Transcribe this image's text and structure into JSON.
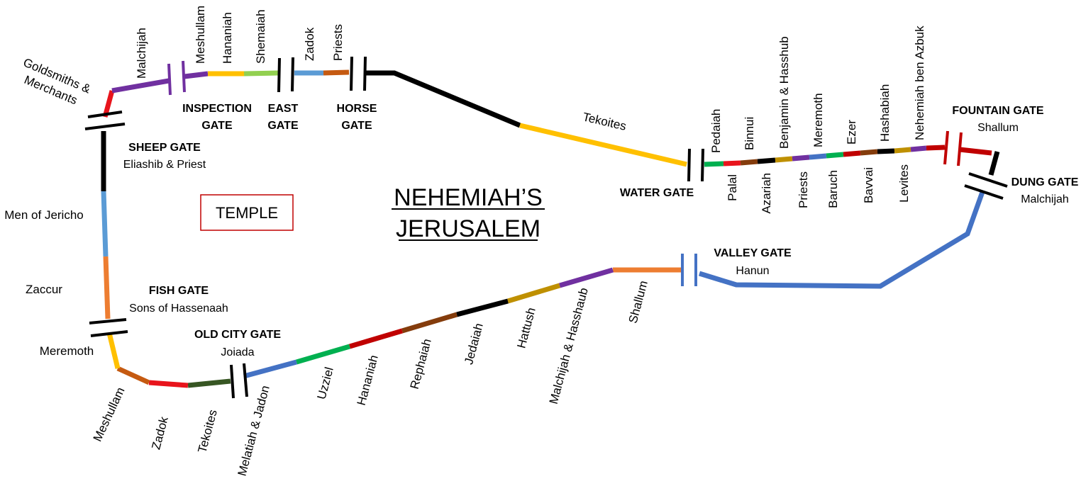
{
  "title": {
    "line1": "NEHEMIAH’S",
    "line2": "JERUSALEM"
  },
  "temple": "TEMPLE",
  "gates": {
    "sheep": {
      "name": "SHEEP GATE",
      "builder": "Eliashib & Priest"
    },
    "inspection": {
      "line1": "INSPECTION",
      "line2": "GATE"
    },
    "east": {
      "line1": "EAST",
      "line2": "GATE"
    },
    "horse": {
      "line1": "HORSE",
      "line2": "GATE"
    },
    "water": {
      "name": "WATER GATE"
    },
    "fountain": {
      "name": "FOUNTAIN GATE",
      "builder": "Shallum"
    },
    "dung": {
      "name": "DUNG GATE",
      "builder": "Malchijah"
    },
    "valley": {
      "name": "VALLEY GATE",
      "builder": "Hanun"
    },
    "old_city": {
      "name": "OLD CITY GATE",
      "builder": "Joiada"
    },
    "fish": {
      "name": "FISH GATE",
      "builder": "Sons of Hassenaah"
    }
  },
  "builders": {
    "goldsmiths_l1": "Goldsmiths &",
    "goldsmiths_l2": "Merchants",
    "malchijah_top": "Malchijah",
    "meshullam_top": "Meshullam",
    "hananiah_top": "Hananiah",
    "shemaiah": "Shemaiah",
    "zadok_top": "Zadok",
    "priests_top": "Priests",
    "tekoites_top": "Tekoites",
    "pedaiah": "Pedaiah",
    "palal": "Palal",
    "binnui": "Binnui",
    "azariah": "Azariah",
    "benjamin_hasshub": "Benjamin & Hasshub",
    "priests_mid": "Priests",
    "meremoth_mid": "Meremoth",
    "baruch": "Baruch",
    "ezer": "Ezer",
    "bavvai": "Bavvai",
    "hashabiah": "Hashabiah",
    "levites": "Levites",
    "nehemiah_ben_azbuk": "Nehemiah ben Azbuk",
    "men_of_jericho": "Men of Jericho",
    "zaccur": "Zaccur",
    "meremoth_left": "Meremoth",
    "meshullam_bottom": "Meshullam",
    "zadok_bottom": "Zadok",
    "tekoites_bottom": "Tekoites",
    "melatiah_jadon": "Melatiah & Jadon",
    "uzziel": "Uzziel",
    "hananiah_bottom": "Hananiah",
    "rephaiah": "Rephaiah",
    "jedaiah": "Jedaiah",
    "hattush": "Hattush",
    "malchijah_hasshaub": "Malchijah & Hasshaub",
    "shallum_bottom": "Shallum"
  },
  "colors": {
    "black": "#000000",
    "red": "#e8141c",
    "purple": "#7030a0",
    "yellow": "#ffc000",
    "lightgreen": "#92d050",
    "lightblue": "#5b9bd5",
    "orange": "#ed7d31",
    "darkorange": "#c55a11",
    "green": "#00b050",
    "brown": "#843c0c",
    "darkgreen": "#375623",
    "olive": "#bf9000",
    "blue": "#4472c4",
    "darkred": "#c00000",
    "temple_border": "#c00000"
  }
}
